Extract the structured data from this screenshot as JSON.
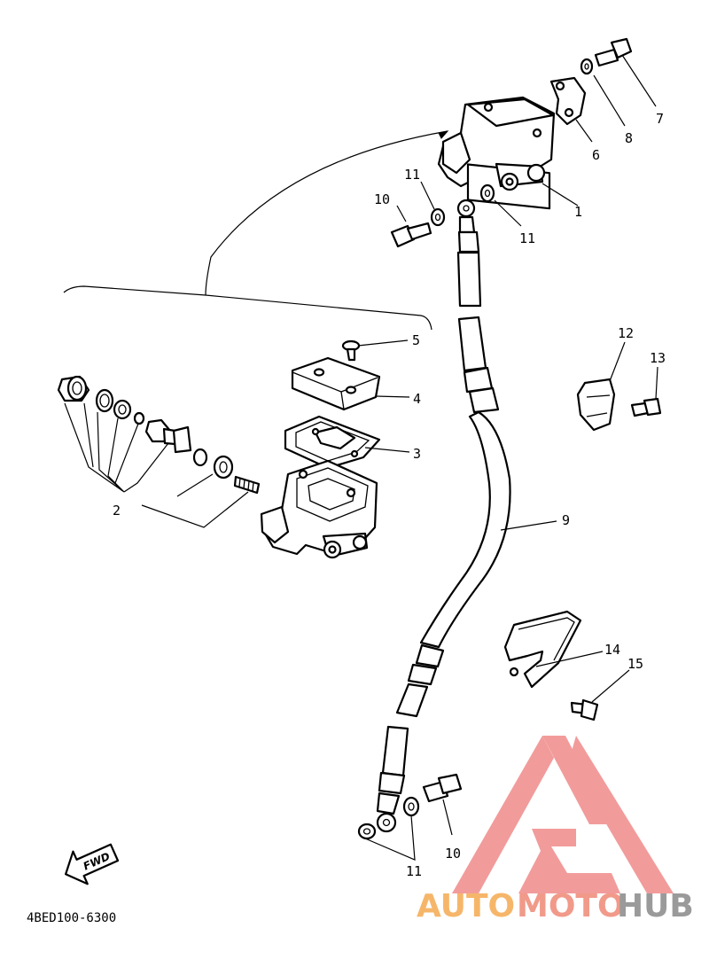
{
  "diagram": {
    "part_code": "4BED100-6300",
    "fwd_label": "FWD",
    "callouts": {
      "c1": "1",
      "c2": "2",
      "c3": "3",
      "c4": "4",
      "c5": "5",
      "c6": "6",
      "c7": "7",
      "c8": "8",
      "c9": "9",
      "c10a": "10",
      "c10b": "10",
      "c11a": "11",
      "c11b": "11",
      "c11c": "11",
      "c12": "12",
      "c13": "13",
      "c14": "14",
      "c15": "15"
    }
  },
  "watermark": {
    "brand_part1": "AUTO",
    "brand_part2": "MOTO",
    "brand_part3": "HUB",
    "colors": {
      "logo_red": "#f08a8a",
      "orange": "#f6b66a",
      "salmon": "#f19a8a",
      "grey": "#9a9a9a"
    },
    "logo_icon": "triangle-logo-icon"
  }
}
